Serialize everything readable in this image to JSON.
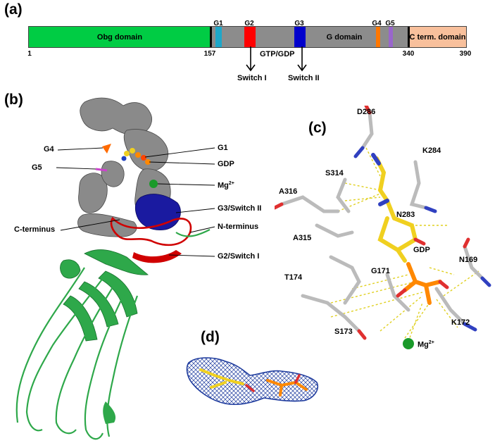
{
  "panels": {
    "a": "(a)",
    "b": "(b)",
    "c": "(c)",
    "d": "(d)"
  },
  "domain_bar": {
    "domains": [
      {
        "label": "Obg domain",
        "color": "#00cc44"
      },
      {
        "label": "G domain",
        "color": "#8c8c8c"
      },
      {
        "label": "C term. domain",
        "color": "#f8c09c"
      }
    ],
    "motifs": [
      {
        "label": "G1",
        "color": "#1ea7c9"
      },
      {
        "label": "G2",
        "color": "#ff0000"
      },
      {
        "label": "G3",
        "color": "#0000cc"
      },
      {
        "label": "G4",
        "color": "#ff7700"
      },
      {
        "label": "G5",
        "color": "#9966cc"
      }
    ],
    "positions": [
      "1",
      "157",
      "340",
      "390"
    ],
    "ligand_label": "GTP/GDP",
    "switch1": "Switch I",
    "switch2": "Switch II"
  },
  "panel_b_labels": {
    "g4": "G4",
    "g5": "G5",
    "g1": "G1",
    "gdp": "GDP",
    "mg": "Mg",
    "mg_sup": "2+",
    "g3_switch": "G3/Switch II",
    "n_terminus": "N-terminus",
    "c_terminus": "C-terminus",
    "g2_switch": "G2/Switch I"
  },
  "panel_c_labels": {
    "d286": "D286",
    "k284": "K284",
    "s314": "S314",
    "a316": "A316",
    "n283": "N283",
    "a315": "A315",
    "gdp": "GDP",
    "g171": "G171",
    "n169": "N169",
    "t174": "T174",
    "s173": "S173",
    "k172": "K172",
    "mg": "Mg",
    "mg_sup": "2+"
  },
  "colors": {
    "obg_green": "#00cc44",
    "ribbon_gray": "#808080",
    "switch_red": "#d00000",
    "switch_blue": "#1a1aa0",
    "sheet_green": "#2ea84a",
    "gdp_yellow": "#f0d020",
    "phosphate_orange": "#ff8800",
    "mesh_blue": "#1f3c9e",
    "mg_green": "#1a9a2a"
  }
}
